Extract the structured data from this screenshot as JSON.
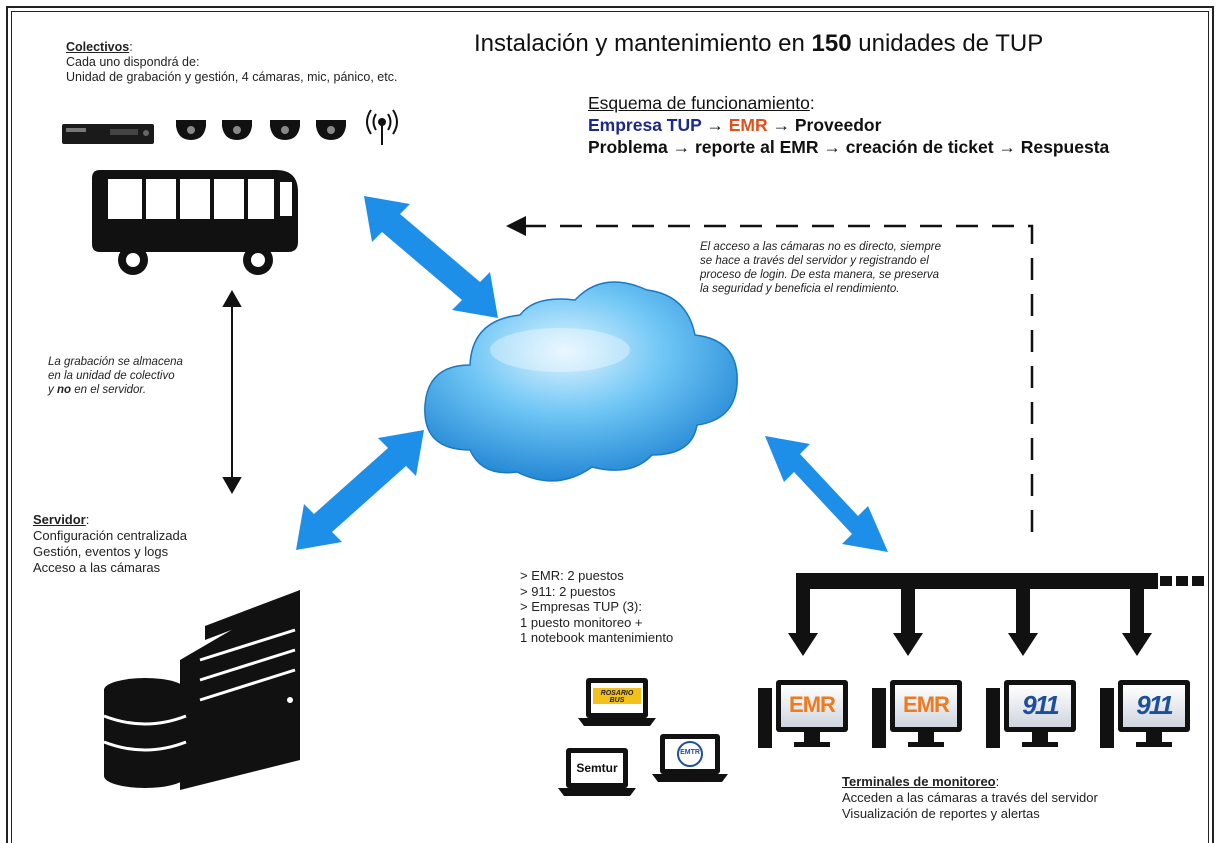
{
  "colectivos": {
    "heading": "Colectivos",
    "line1": "Cada uno dispondrá de:",
    "line2": "Unidad de grabación y gestión, 4 cámaras, mic, pánico, etc."
  },
  "title": {
    "prefix": "Instalación y mantenimiento en ",
    "number": "150",
    "suffix": " unidades de TUP"
  },
  "scheme": {
    "heading": "Esquema de funcionamiento",
    "flow1_a": "Empresa TUP",
    "arrow": "→",
    "flow1_b": "EMR",
    "flow1_c": "Proveedor",
    "flow2": "Problema → reporte al EMR → creación de ticket → Respuesta"
  },
  "access_note": [
    "El acceso a las cámaras no es directo, siempre",
    "se hace a través del servidor y registrando el",
    "proceso de login. De esta manera, se preserva",
    "la seguridad y beneficia el rendimiento."
  ],
  "recording_note": {
    "line1": "La grabación se almacena",
    "line2": "en la unidad de colectivo",
    "line3_a": "y ",
    "line3_b": "no",
    "line3_c": " en el servidor."
  },
  "servidor": {
    "heading": "Servidor",
    "items": [
      "Configuración centralizada",
      "Gestión, eventos y logs",
      "Acceso a las cámaras"
    ]
  },
  "stations": [
    "> EMR: 2 puestos",
    "> 911: 2 puestos",
    "> Empresas TUP (3):",
    "1 puesto monitoreo +",
    "1 notebook mantenimiento"
  ],
  "laptop_labels": [
    "ROSARIO BUS",
    "Semtur",
    "EMTR"
  ],
  "terminal_labels": [
    "EMR",
    "EMR",
    "911",
    "911"
  ],
  "terminales": {
    "heading": "Terminales de monitoreo",
    "items": [
      "Acceden a las cámaras a través del servidor",
      "Visualización de reportes y alertas"
    ]
  },
  "colors": {
    "arrow_blue": "#1e8fe8",
    "emr_orange": "#f07a1e",
    "nine11_blue": "#1e4f9c",
    "flow_blue": "#1b2a8c",
    "flow_orange": "#e2501c"
  },
  "icons": [
    "dvr-icon",
    "dome-camera-icon",
    "antenna-icon",
    "bus-icon",
    "cloud-icon",
    "server-icon",
    "database-icon",
    "laptop-icon",
    "monitor-icon"
  ]
}
